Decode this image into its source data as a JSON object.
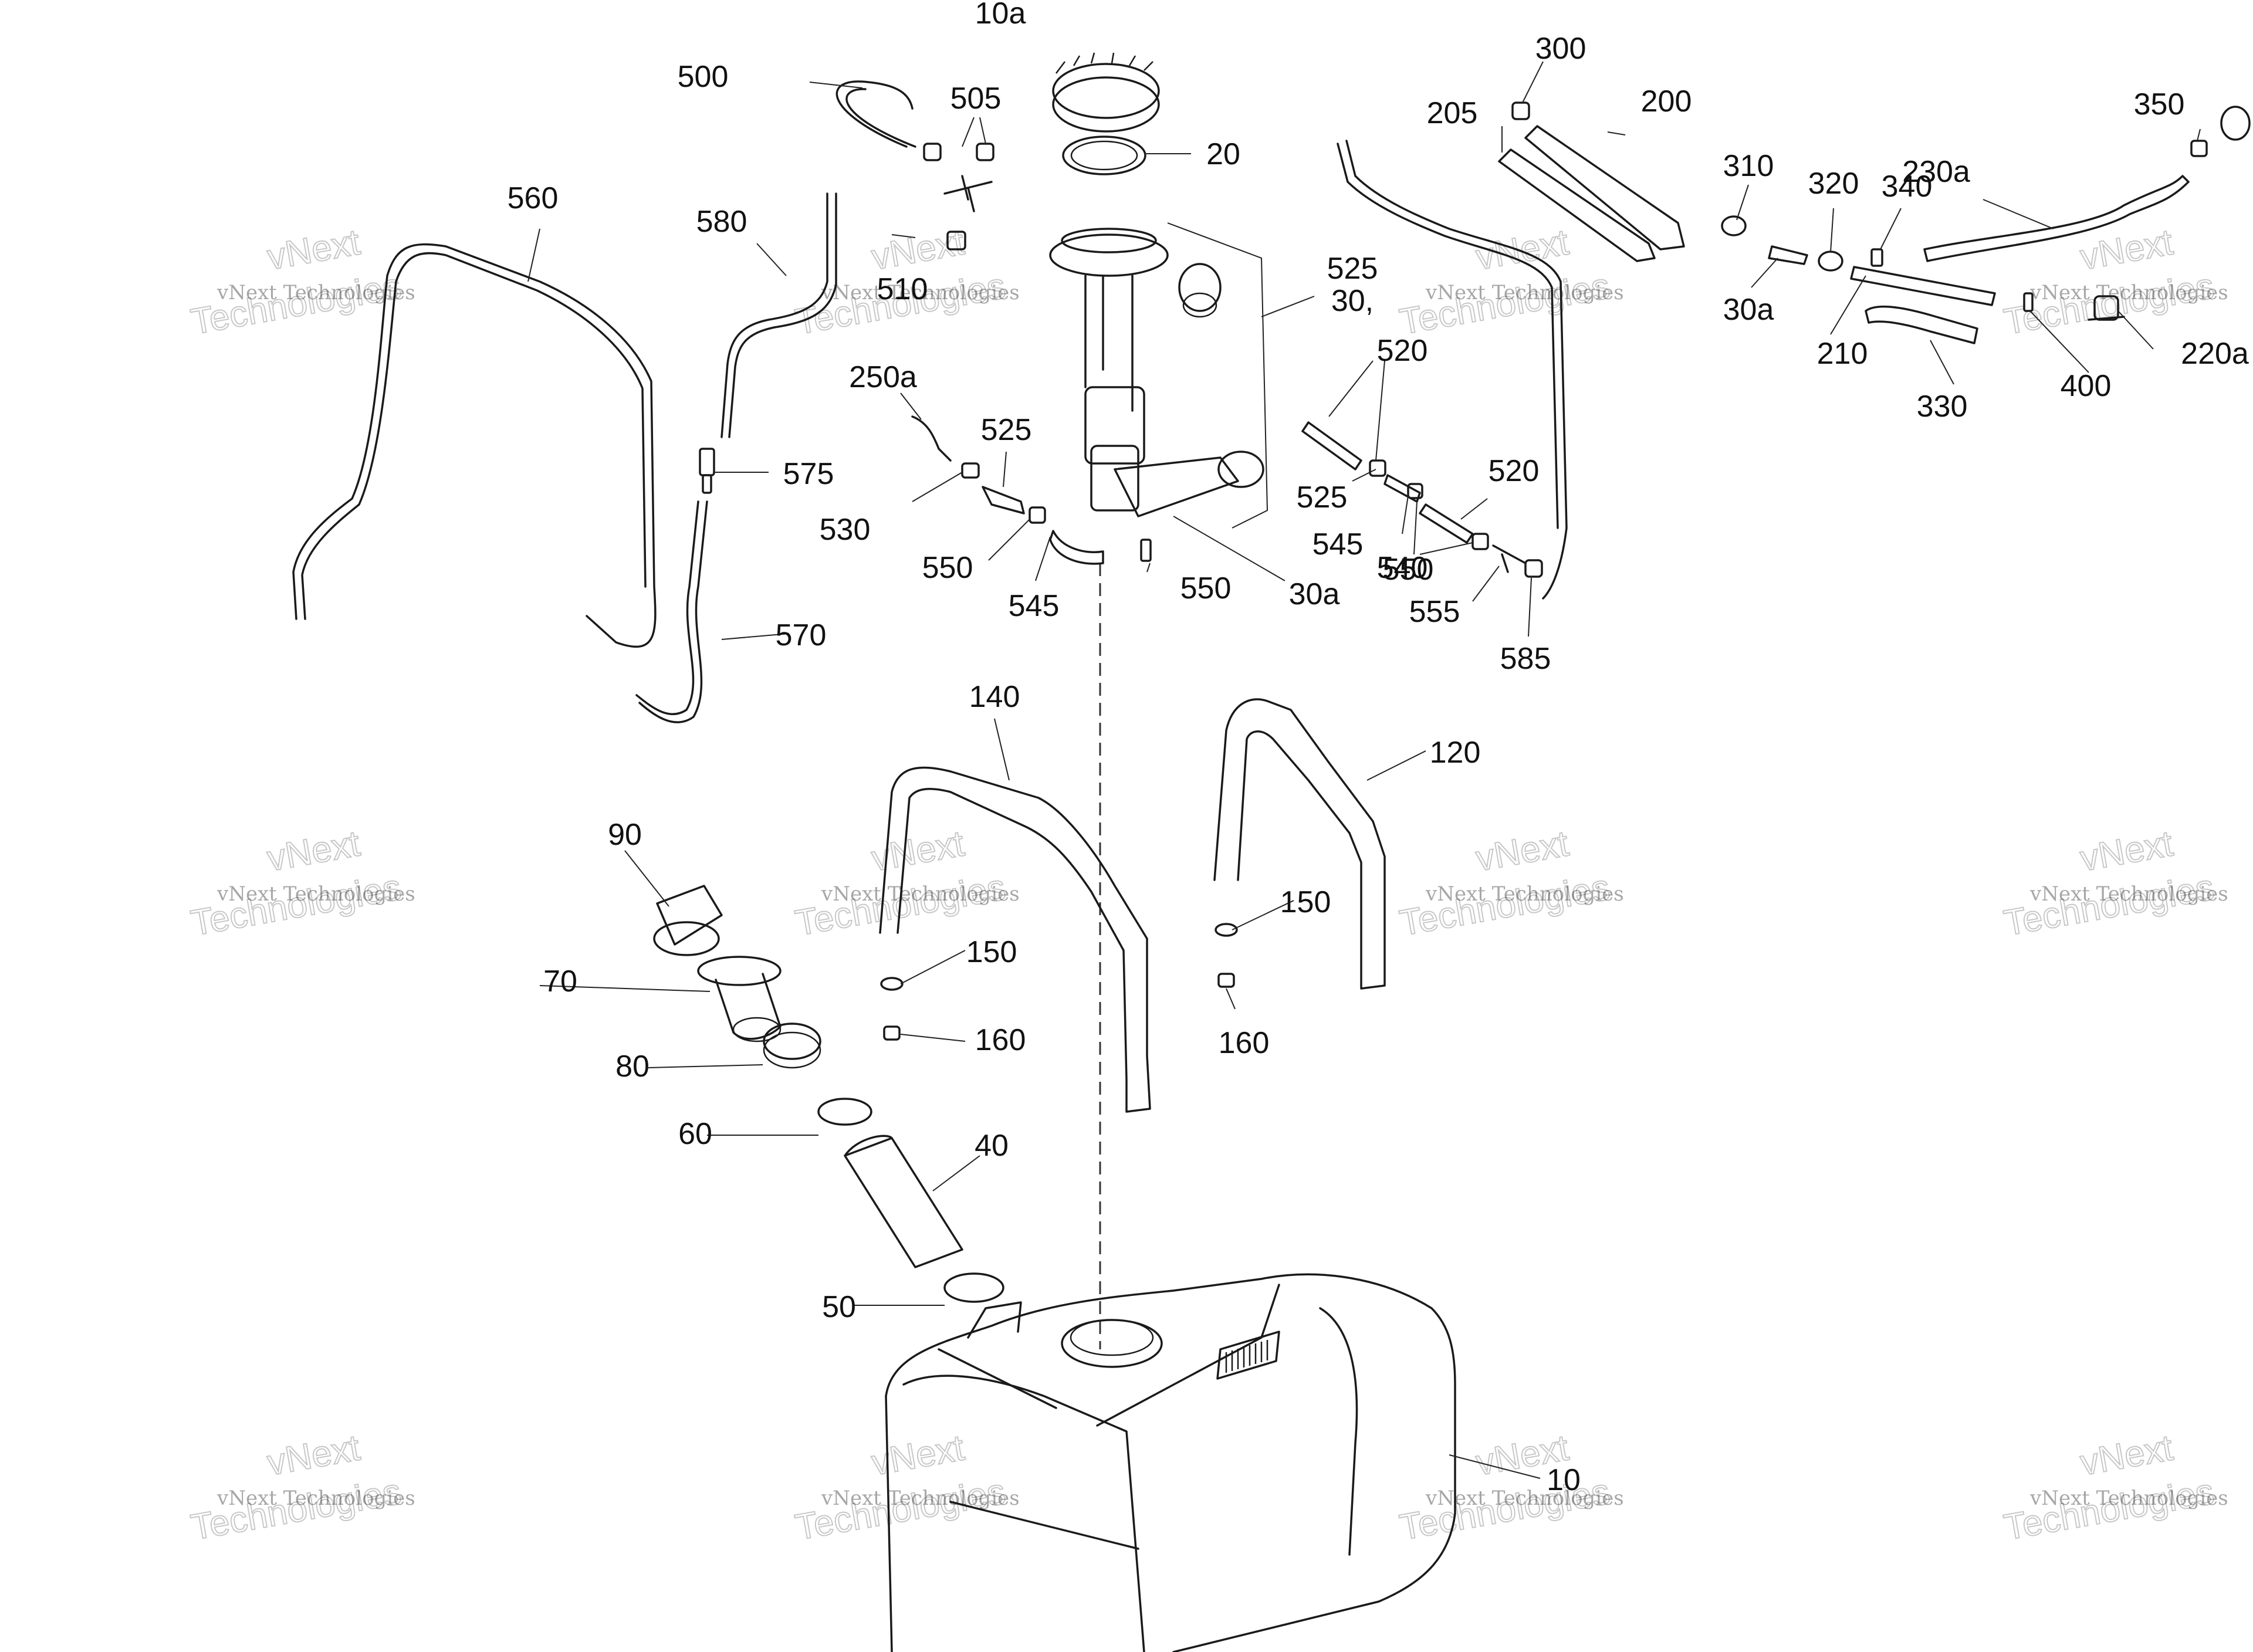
{
  "watermark": {
    "line1": "vNext",
    "line2": "vNext Technologies",
    "line3": "Technologies"
  },
  "callouts": [
    {
      "id": "c10a",
      "text": "10a"
    },
    {
      "id": "c500",
      "text": "500"
    },
    {
      "id": "c505",
      "text": "505"
    },
    {
      "id": "c20",
      "text": "20"
    },
    {
      "id": "c300",
      "text": "300"
    },
    {
      "id": "c200",
      "text": "200"
    },
    {
      "id": "c205",
      "text": "205"
    },
    {
      "id": "c350",
      "text": "350"
    },
    {
      "id": "c310",
      "text": "310"
    },
    {
      "id": "c320",
      "text": "320"
    },
    {
      "id": "c340",
      "text": "340"
    },
    {
      "id": "c230a",
      "text": "230a"
    },
    {
      "id": "c560",
      "text": "560"
    },
    {
      "id": "c580",
      "text": "580"
    },
    {
      "id": "c510",
      "text": "510"
    },
    {
      "id": "c525a",
      "text": "525"
    },
    {
      "id": "c30",
      "text": "30,"
    },
    {
      "id": "c30a1",
      "text": "30a"
    },
    {
      "id": "c210",
      "text": "210"
    },
    {
      "id": "c220a",
      "text": "220a"
    },
    {
      "id": "c400",
      "text": "400"
    },
    {
      "id": "c330",
      "text": "330"
    },
    {
      "id": "c250a",
      "text": "250a"
    },
    {
      "id": "c520a",
      "text": "520"
    },
    {
      "id": "c525b",
      "text": "525"
    },
    {
      "id": "c530",
      "text": "530"
    },
    {
      "id": "c575",
      "text": "575"
    },
    {
      "id": "c525c",
      "text": "525"
    },
    {
      "id": "c520b",
      "text": "520"
    },
    {
      "id": "c545a",
      "text": "545"
    },
    {
      "id": "c540",
      "text": "540"
    },
    {
      "id": "c550a",
      "text": "550"
    },
    {
      "id": "c550b",
      "text": "550"
    },
    {
      "id": "c545b",
      "text": "545"
    },
    {
      "id": "c550c",
      "text": "550"
    },
    {
      "id": "c30a2",
      "text": "30a"
    },
    {
      "id": "c555",
      "text": "555"
    },
    {
      "id": "c585",
      "text": "585"
    },
    {
      "id": "c570",
      "text": "570"
    },
    {
      "id": "c140",
      "text": "140"
    },
    {
      "id": "c120",
      "text": "120"
    },
    {
      "id": "c90",
      "text": "90"
    },
    {
      "id": "c150a",
      "text": "150"
    },
    {
      "id": "c150b",
      "text": "150"
    },
    {
      "id": "c70",
      "text": "70"
    },
    {
      "id": "c160a",
      "text": "160"
    },
    {
      "id": "c160b",
      "text": "160"
    },
    {
      "id": "c80",
      "text": "80"
    },
    {
      "id": "c60",
      "text": "60"
    },
    {
      "id": "c40",
      "text": "40"
    },
    {
      "id": "c50",
      "text": "50"
    },
    {
      "id": "c10",
      "text": "10"
    }
  ]
}
